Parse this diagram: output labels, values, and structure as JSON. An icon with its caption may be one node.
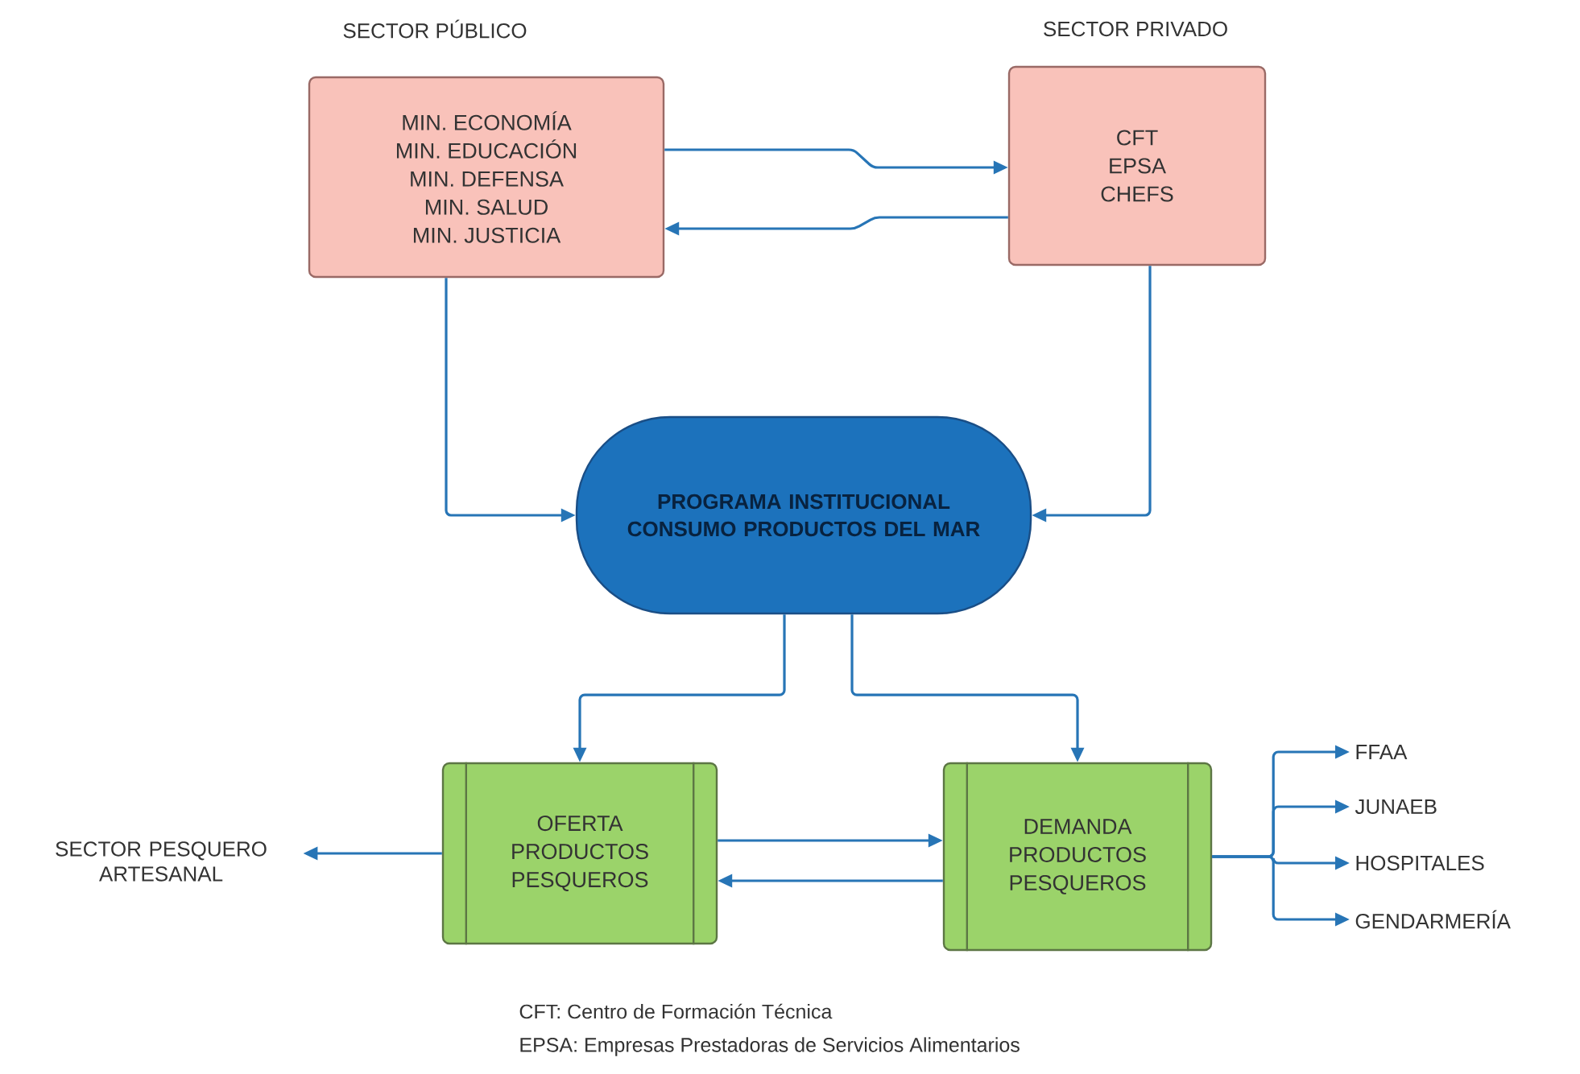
{
  "diagram": {
    "nodes": [
      {
        "text": [
          "SECTOR PÚBLICO",
          "MIN. ECONOMÍA",
          "MIN. EDUCACIÓN",
          "MIN. DEFENSA",
          "MIN. SALUD",
          "MIN. JUSTICIA"
        ]
      },
      {
        "text": [
          "SECTOR PRIVADO",
          "CFT",
          "EPSA",
          "CHEFS"
        ]
      },
      {
        "text": [
          "PROGRAMA INSTITUCIONAL CONSUMO PRODUCTOS DEL MAR"
        ]
      },
      {
        "text": [
          "OFERTA PRODUCTOS PESQUEROS"
        ]
      },
      {
        "text": [
          "DEMANDA PRODUCTOS PESQUEROS"
        ]
      },
      {
        "text": [
          "SECTOR PESQUERO ARTESANAL"
        ]
      },
      {
        "text": [
          "FFAA"
        ]
      },
      {
        "text": [
          "JUNAEB"
        ]
      },
      {
        "text": [
          "HOSPITALES"
        ]
      },
      {
        "text": [
          "GENDARMERÍA"
        ]
      }
    ],
    "edges": [
      {
        "from": 0,
        "to": 1,
        "arrow": "to"
      },
      {
        "from": 1,
        "to": 0,
        "arrow": "to"
      },
      {
        "from": 0,
        "to": 2,
        "arrow": "to"
      },
      {
        "from": 1,
        "to": 2,
        "arrow": "to"
      },
      {
        "from": 2,
        "to": 3,
        "arrow": "to"
      },
      {
        "from": 2,
        "to": 4,
        "arrow": "to"
      },
      {
        "from": 3,
        "to": 4,
        "arrow": "to"
      },
      {
        "from": 4,
        "to": 3,
        "arrow": "to"
      },
      {
        "from": 3,
        "to": 5,
        "arrow": "to"
      },
      {
        "from": 4,
        "to": 6,
        "arrow": "to"
      },
      {
        "from": 4,
        "to": 7,
        "arrow": "to"
      },
      {
        "from": 4,
        "to": 8,
        "arrow": "to"
      },
      {
        "from": 4,
        "to": 9,
        "arrow": "to"
      }
    ],
    "labels": [
      "CFT: Centro de Formación Técnica",
      "EPSA: Empresas Prestadoras de Servicios Alimentarios"
    ]
  }
}
